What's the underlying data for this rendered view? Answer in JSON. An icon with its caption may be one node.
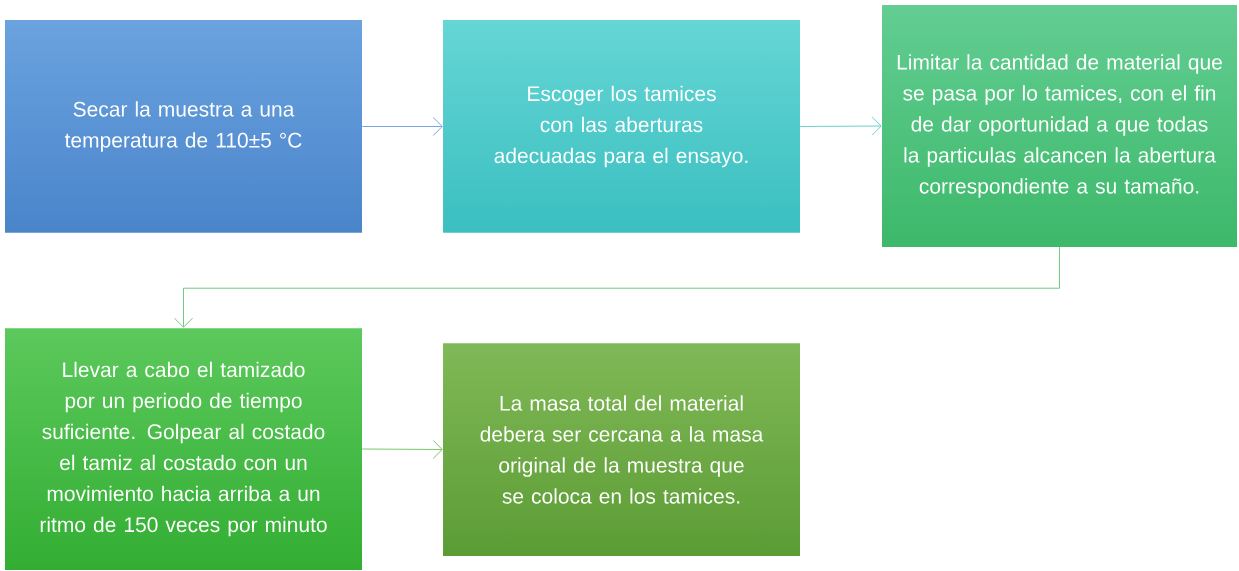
{
  "diagram": {
    "nodes": [
      {
        "text": [
          "Secar la muestra a una temperatura de 110±5 °C"
        ]
      },
      {
        "text": [
          "Escoger los tamices con las aberturas adecuadas para el ensayo."
        ]
      },
      {
        "text": [
          "Limitar la cantidad de material que se pasa por lo tamices, con el fin de dar oportunidad a que todas la particulas alcancen la abertura correspondiente a su tamaño."
        ]
      },
      {
        "text": [
          "Llevar a cabo el tamizado por un periodo de tiempo suficiente. Golpear al costado el tamiz al costado con un movimiento hacia arriba a un ritmo de 150 veces por minuto"
        ]
      },
      {
        "text": [
          "La masa total del material debera ser cercana a la masa original de la muestra que se coloca en los tamices."
        ]
      }
    ],
    "edges": [
      {
        "from": 0,
        "to": 1,
        "arrow": "to",
        "color": "#5b8fd6"
      },
      {
        "from": 1,
        "to": 2,
        "arrow": "to",
        "color": "#45c4c4"
      },
      {
        "from": 2,
        "to": 3,
        "arrow": "to",
        "color": "#4cbf5c"
      },
      {
        "from": 3,
        "to": 4,
        "arrow": "to",
        "color": "#5cb845"
      }
    ]
  }
}
